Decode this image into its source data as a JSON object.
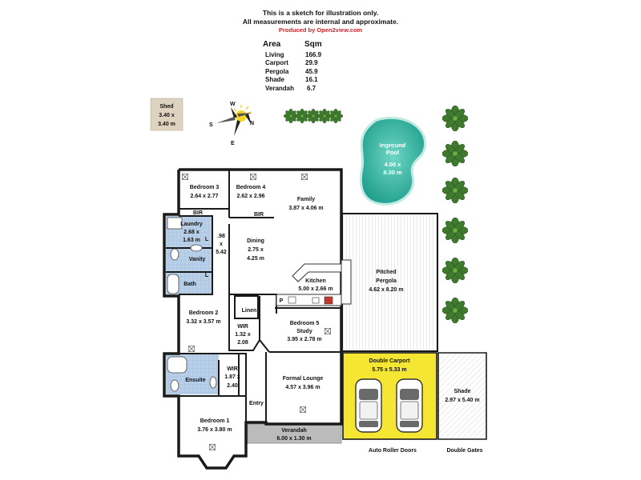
{
  "header": {
    "line1": "This is a sketch for illustration only.",
    "line2": "All measurements are internal and approximate.",
    "line3": "Produced by Open2view.com"
  },
  "area_table": {
    "col1": "Area",
    "col2": "Sqm",
    "rows": [
      {
        "name": "Living",
        "value": "166.9"
      },
      {
        "name": "Carport",
        "value": "29.9"
      },
      {
        "name": "Pergola",
        "value": "45.9"
      },
      {
        "name": "Shade",
        "value": "16.1"
      },
      {
        "name": "Verandah",
        "value": "6.7"
      }
    ]
  },
  "compass": {
    "n": "N",
    "s": "S",
    "e": "E",
    "w": "W"
  },
  "rooms": {
    "shed": {
      "name": "Shed",
      "dim1": "3.40 x",
      "dim2": "3.40 m"
    },
    "pool": {
      "name1": "Inground",
      "name2": "Pool",
      "dim1": "4.00 x",
      "dim2": "8.00 m"
    },
    "bedroom3": {
      "name": "Bedroom 3",
      "dim": "2.64 x 2.77"
    },
    "bedroom4": {
      "name": "Bedroom 4",
      "dim": "2.62 x 2.96"
    },
    "bir1": "BIR",
    "bir2": "BIR",
    "family": {
      "name": "Family",
      "dim": "3.87 x 4.06 m"
    },
    "laundry": {
      "name": "Laundry",
      "dim1": "2.68 x",
      "dim2": "1.63 m"
    },
    "hall": {
      "dim1": ".98",
      "dim2": "x",
      "dim3": "5.42"
    },
    "l1": "L",
    "l2": "L",
    "vanity": "Vanity",
    "bath": "Bath",
    "dining": {
      "name": "Dining",
      "dim1": "2.75 x",
      "dim2": "4.25 m"
    },
    "kitchen": {
      "name": "Kitchen",
      "dim": "5.00 x 2.66 m"
    },
    "pergola": {
      "name1": "Pitched",
      "name2": "Pergola",
      "dim": "4.62 x 8.20 m"
    },
    "bedroom2": {
      "name": "Bedroom 2",
      "dim": "3.32 x 3.57 m"
    },
    "linen": "Linen",
    "wir1": {
      "name": "WIR",
      "dim1": "1.32 x",
      "dim2": "2.08"
    },
    "pantry": "P",
    "bedroom5": {
      "name1": "Bedroom 5",
      "name2": "Study",
      "dim": "3.95 x 2.78 m"
    },
    "carport": {
      "name": "Double Carport",
      "dim": "5.75 x 5.33 m"
    },
    "ensuite": "Ensuite",
    "wir2": {
      "name": "WIR",
      "dim1": "1.87 x",
      "dim2": "2.40"
    },
    "lounge": {
      "name": "Formal Lounge",
      "dim": "4.57 x 3.96 m"
    },
    "shade": {
      "name": "Shade",
      "dim": "2.97 x 5.40 m"
    },
    "entry": "Entry",
    "bedroom1": {
      "name": "Bedroom 1",
      "dim": "3.76 x 3.80 m"
    },
    "verandah": {
      "name": "Verandah",
      "dim": "6.00 x 1.30 m"
    }
  },
  "labels": {
    "roller_doors": "Auto Roller Doors",
    "double_gates": "Double Gates"
  },
  "colors": {
    "floor": "#ffffff",
    "wet_area": "#b8cfe8",
    "carport": "#f5e634",
    "verandah": "#bcbcbc",
    "pool": "#2ab3a0",
    "shed": "#ddd3c0",
    "plant": "#3f7a2e"
  }
}
